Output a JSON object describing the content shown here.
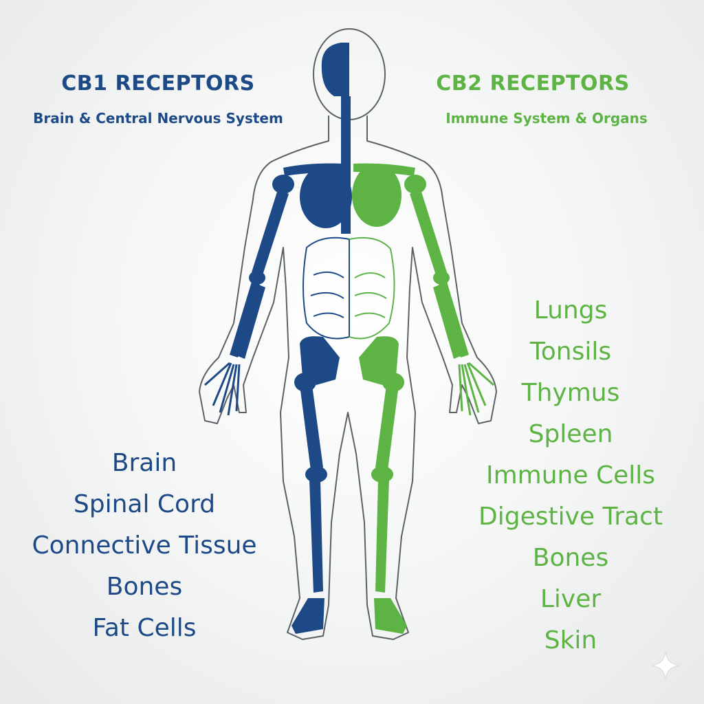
{
  "cb1": {
    "title": "CB1 RECEPTORS",
    "subtitle": "Brain & Central Nervous System",
    "color": "#1d4a86",
    "items": [
      "Brain",
      "Spinal Cord",
      "Connective Tissue",
      "Bones",
      "Fat Cells"
    ]
  },
  "cb2": {
    "title": "CB2 RECEPTORS",
    "subtitle": "Immune System & Organs",
    "color": "#5db344",
    "items": [
      "Lungs",
      "Tonsils",
      "Thymus",
      "Spleen",
      "Immune Cells",
      "Digestive Tract",
      "Bones",
      "Liver",
      "Skin"
    ]
  },
  "icons": {
    "figure": "human-body-skeleton-icon",
    "watermark": "sparkle-icon"
  }
}
